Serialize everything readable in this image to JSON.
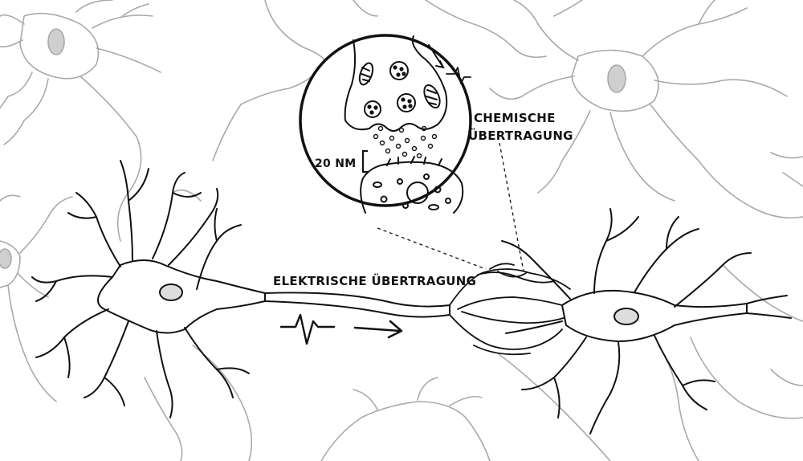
{
  "labels": {
    "electrical": "ELEKTRISCHE ÜBERTRAGUNG",
    "chemical_line1": "CHEMISCHE",
    "chemical_line2": "ÜBERTRAGUNG",
    "gap": "20 NM"
  },
  "colors": {
    "ink": "#111111",
    "faint_ink": "#a9a9a9",
    "background": "#ffffff"
  },
  "icons": {
    "signal": "action-potential-spike-icon",
    "direction": "arrow-right-icon"
  }
}
